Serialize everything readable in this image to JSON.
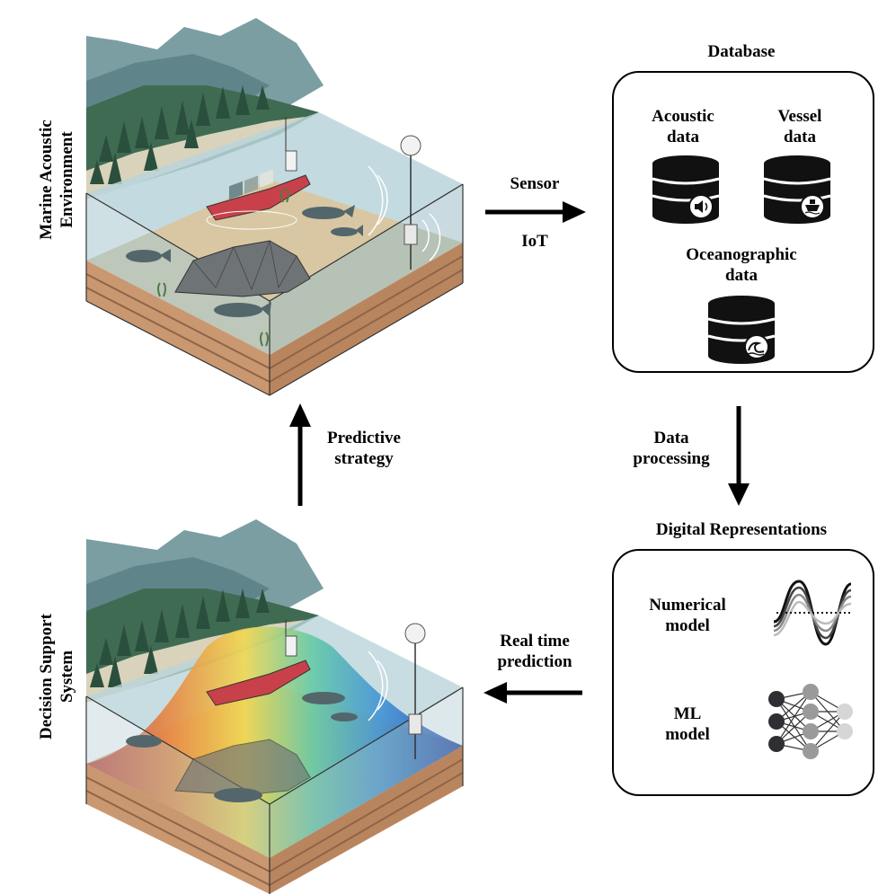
{
  "scenes": {
    "top_label": "Marine Acoustic\nEnvironment",
    "bottom_label": "Decision Support\nSystem"
  },
  "arrows": {
    "sensor": "Sensor",
    "iot": "IoT",
    "data_processing": "Data\nprocessing",
    "real_time_prediction": "Real time\nprediction",
    "predictive_strategy": "Predictive\nstrategy"
  },
  "database": {
    "title": "Database",
    "acoustic": "Acoustic\ndata",
    "vessel": "Vessel\ndata",
    "oceanographic": "Oceanographic\ndata"
  },
  "digital": {
    "title": "Digital Representations",
    "numerical": "Numerical\nmodel",
    "ml": "ML\nmodel"
  },
  "icons": [
    "database-icon",
    "speaker-icon",
    "ship-icon",
    "wave-icon",
    "waveform-icon",
    "neural-network-icon",
    "ship-illustration",
    "whale-illustration",
    "buoy-illustration",
    "forest-illustration",
    "rock-illustration"
  ],
  "colors": {
    "water": "#b9d4da",
    "sand": "#d9c6a0",
    "mountain": "#6d8f94",
    "tree": "#2f5a45",
    "hull": "#c8414a"
  }
}
